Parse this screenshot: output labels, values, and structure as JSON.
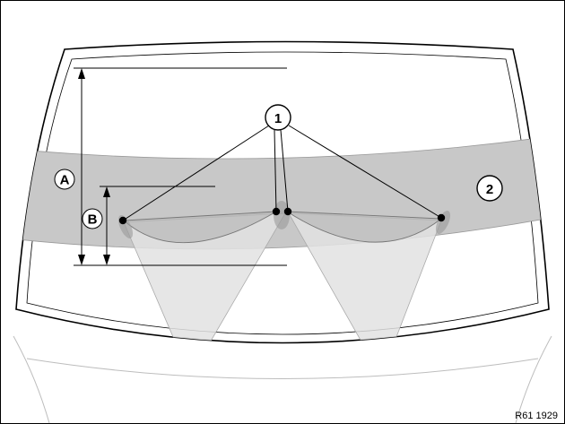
{
  "labels": {
    "A": "A",
    "B": "B",
    "one": "1",
    "two": "2"
  },
  "figure_code": "R61 1929",
  "colors": {
    "band": "#c8c8c8",
    "spray_cone": "#e2e2e2",
    "spray_fill": "#b8b8b8",
    "line": "#000000"
  }
}
